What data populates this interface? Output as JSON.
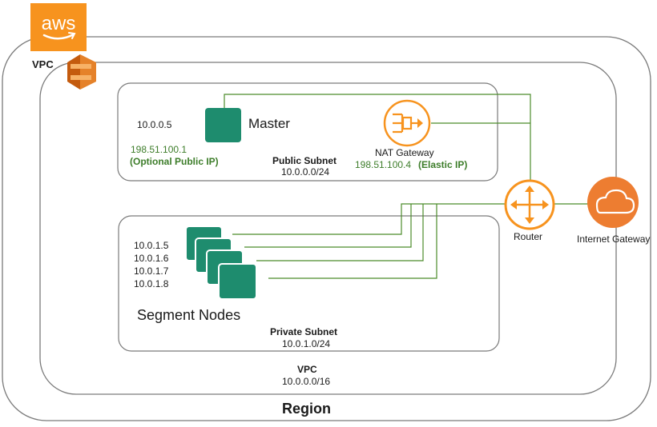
{
  "aws_logo_text": "aws",
  "region": {
    "label": "Region"
  },
  "vpc": {
    "corner_label": "VPC",
    "label": "VPC",
    "cidr": "10.0.0.0/16"
  },
  "public_subnet": {
    "label": "Public Subnet",
    "cidr": "10.0.0.0/24"
  },
  "private_subnet": {
    "label": "Private Subnet",
    "cidr": "10.0.1.0/24"
  },
  "master": {
    "label": "Master",
    "private_ip": "10.0.0.5",
    "public_ip": "198.51.100.1",
    "public_ip_note": "(Optional Public IP)"
  },
  "nat_gateway": {
    "label": "NAT Gateway",
    "ip": "198.51.100.4",
    "ip_note": "(Elastic IP)"
  },
  "router": {
    "label": "Router"
  },
  "internet_gateway": {
    "label": "Internet Gateway"
  },
  "segment_nodes": {
    "label": "Segment Nodes",
    "ips": [
      "10.0.1.5",
      "10.0.1.6",
      "10.0.1.7",
      "10.0.1.8"
    ]
  },
  "colors": {
    "orange": "#F7931E",
    "node_green": "#1E8C6E",
    "line_green": "#4C8C2B",
    "ip_green": "#3D7D2A",
    "border_gray": "#7A7A7A"
  }
}
